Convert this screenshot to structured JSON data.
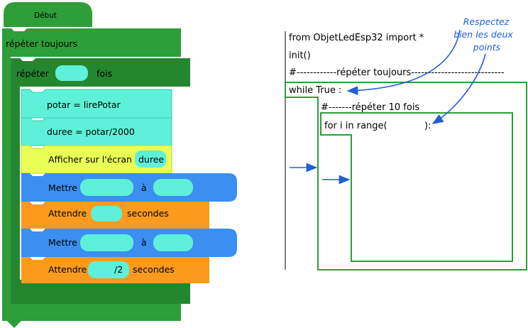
{
  "blocks": {
    "start_label": "Début",
    "forever_label": "répéter   toujours",
    "repeat_label": "répéter",
    "repeat_times_label": "fois",
    "potar_stmt": "potar = lirePotar",
    "duree_stmt": "duree = potar/2000",
    "display_label": "Afficher sur l'écran",
    "display_value": "duree",
    "set1_label": "Mettre",
    "set1_to": "à",
    "wait1_label": "Attendre",
    "wait1_unit": "secondes",
    "set2_label": "Mettre",
    "set2_to": "à",
    "wait2_label": "Attendre",
    "wait2_value": "/2",
    "wait2_unit": "secondes"
  },
  "colors": {
    "control": "#2e9e38",
    "variable": "#5ef0d8",
    "display": "#eaff55",
    "action": "#3b8ff0",
    "wait": "#fb9a1c",
    "annotation": "#1f5fd6"
  },
  "code": {
    "line1": "from ObjetLedEsp32 import *",
    "line2": "init()",
    "line3": "#------------répéter toujours----------------------------",
    "line4": "while True :",
    "line5": "#-------répéter 10 fois",
    "line6": "for i in range(",
    "line6_end": "):"
  },
  "note": {
    "line1": "Respectez",
    "line2": "bien les deux",
    "line3": "points"
  }
}
